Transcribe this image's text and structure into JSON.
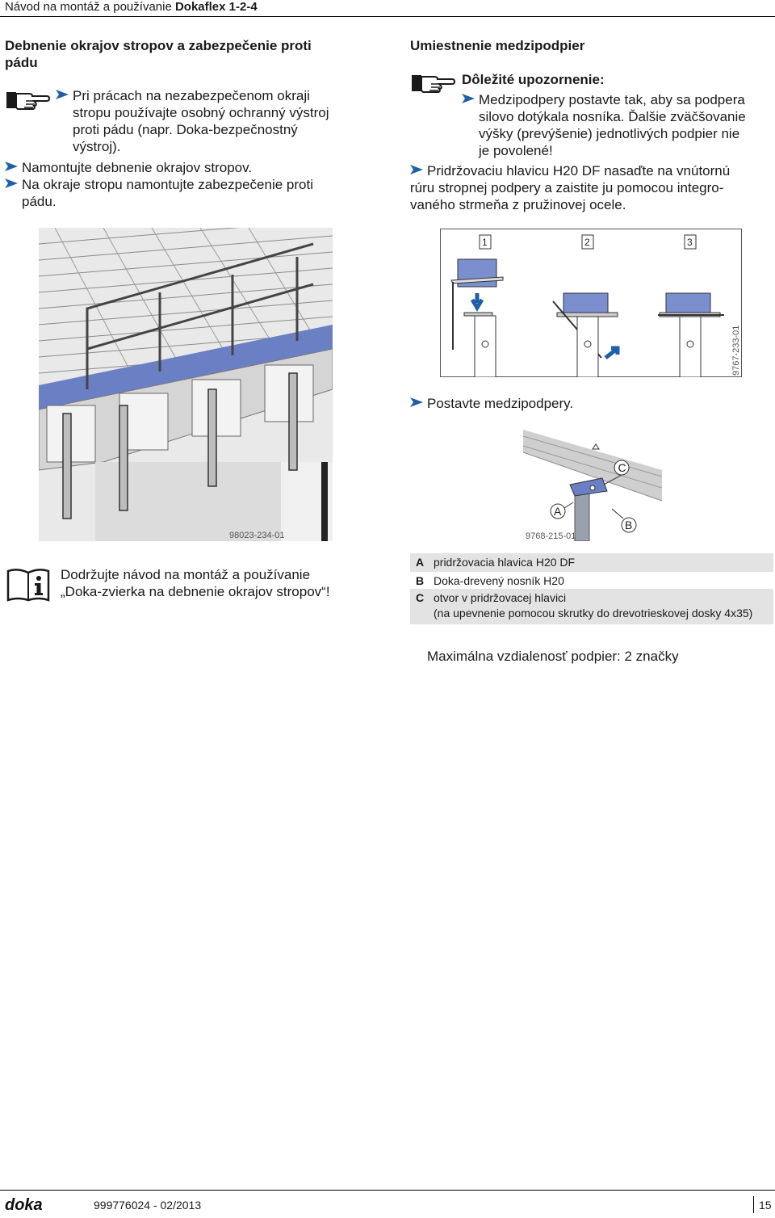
{
  "header": {
    "title_regular": "Návod na montáž a používanie ",
    "title_bold": "Dokaflex 1-2-4"
  },
  "left_section": {
    "title_line1": "Debnenie okrajov stropov a zabezpečenie proti",
    "title_line2": "pádu",
    "note_lines": [
      "Pri prácach na nezabezpečenom okraji",
      "stropu používajte osobný ochranný výstroj",
      "proti pádu (napr. Doka-bezpečnostný",
      "výstroj)."
    ],
    "step1": "Namontujte debnenie okrajov stropov.",
    "step2_line1": "Na okraje stropu namontujte zabezpečenie proti",
    "step2_line2": "pádu.",
    "figure_code": "98023-234-01"
  },
  "info_box": {
    "line1": "Dodržujte návod na montáž a používanie",
    "line2": "„Doka-zvierka na debnenie okrajov stropov“!"
  },
  "right_section": {
    "title": "Umiestnenie medzipodpier",
    "important_title": "Dôležité upozornenie:",
    "important_lines": [
      "Medzipodpery postavte tak, aby sa podpera",
      "silovo dotýkala nosníka. Ďalšie zväčšovanie",
      "výšky (prevýšenie) jednotlivých podpier nie",
      "je povolené!"
    ],
    "step_lines": [
      "Pridržovaciu hlavicu H20 DF nasaďte na vnútornú",
      "rúru stropnej podpery a zaistite ju pomocou integro-",
      "vaného strmeňa z pružinovej ocele."
    ],
    "figure1": {
      "steps": [
        "1",
        "2",
        "3"
      ],
      "code": "9767-233-01"
    },
    "step_place": "Postavte medzipodpery.",
    "figure2": {
      "labels": [
        "A",
        "B",
        "C"
      ],
      "code": "9768-215-01"
    },
    "legend": [
      {
        "key": "A",
        "text": "pridržovacia hlavica H20 DF"
      },
      {
        "key": "B",
        "text": "Doka-drevený nosník H20"
      },
      {
        "key": "C",
        "text": "otvor v pridržovacej hlavici"
      },
      {
        "key": "",
        "text": "(na upevnenie pomocou skrutky do drevotrieskovej dosky 4x35)"
      }
    ],
    "max_distance": "Maximálna vzdialenosť podpier: 2 značky"
  },
  "footer": {
    "logo": "doka",
    "doc_number": "999776024 - 02/2013",
    "page_number": "15"
  },
  "colors": {
    "accent_blue": "#1f5fa8",
    "figure_blue": "#6b7fc4",
    "legend_shade": "#e3e3e3"
  }
}
